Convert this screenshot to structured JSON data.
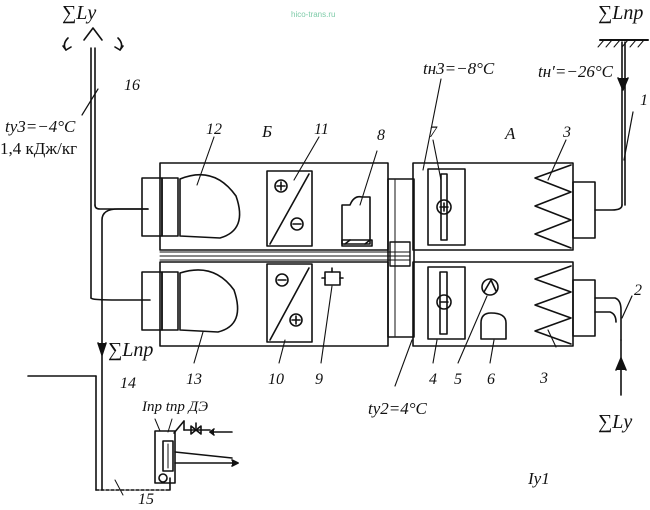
{
  "watermark": "hico-trans.ru",
  "labels": {
    "sum_ly_top": "∑Lу",
    "sum_lpr_top": "∑Lпр",
    "t_n": "tн′=−26°С",
    "t_n3": "tн3=−8°С",
    "t_y3": "tу3=−4°С",
    "energy": "1,4 кДж/кг",
    "sum_lpr_left": "∑Lпр",
    "t_y2": "tу2=4°С",
    "sum_ly_bottom": "∑Lу",
    "sensors": "Iпр tпр ДЭ",
    "l_y1": "Iу1",
    "section_b": "Б",
    "section_a": "А"
  },
  "numbers": {
    "n1": "1",
    "n2": "2",
    "n3a": "3",
    "n3b": "3",
    "n4": "4",
    "n5": "5",
    "n6": "6",
    "n7": "7",
    "n8": "8",
    "n9": "9",
    "n10": "10",
    "n11": "11",
    "n12": "12",
    "n13": "13",
    "n14": "14",
    "n15": "15",
    "n16": "16"
  }
}
